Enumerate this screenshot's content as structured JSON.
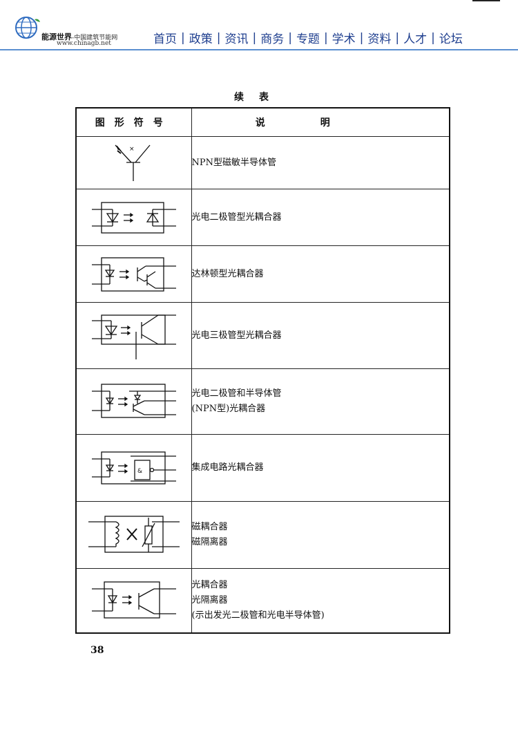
{
  "header": {
    "brand_name": "能源世界",
    "brand_sub": "-中国建筑节能网",
    "brand_url": "www.chinagb.net",
    "nav": [
      "首页",
      "政策",
      "资讯",
      "商务",
      "专题",
      "学术",
      "资料",
      "人才",
      "论坛"
    ]
  },
  "page": {
    "continued_label": "续表",
    "page_number": "38"
  },
  "table": {
    "col_symbol": "图形符号",
    "col_desc": "说明",
    "rows": [
      {
        "symbol": "npn-magnetic-semiconductor-symbol",
        "lines": [
          "NPN型磁敏半导体管"
        ]
      },
      {
        "symbol": "photodiode-optocoupler-symbol",
        "lines": [
          "光电二极管型光耦合器"
        ]
      },
      {
        "symbol": "darlington-optocoupler-symbol",
        "lines": [
          "达林顿型光耦合器"
        ]
      },
      {
        "symbol": "phototransistor-optocoupler-symbol",
        "lines": [
          "光电三极管型光耦合器"
        ]
      },
      {
        "symbol": "photodiode-semiconductor-optocoupler-symbol",
        "lines": [
          "光电二极管和半导体管",
          "(NPN型)光耦合器"
        ]
      },
      {
        "symbol": "ic-optocoupler-symbol",
        "lines": [
          "集成电路光耦合器"
        ]
      },
      {
        "symbol": "magnetic-coupler-symbol",
        "lines": [
          "磁耦合器",
          "磁隔离器"
        ]
      },
      {
        "symbol": "optocoupler-isolator-symbol",
        "lines": [
          "光耦合器",
          "光隔离器",
          "(示出发光二极管和光电半导体管)"
        ]
      }
    ]
  }
}
